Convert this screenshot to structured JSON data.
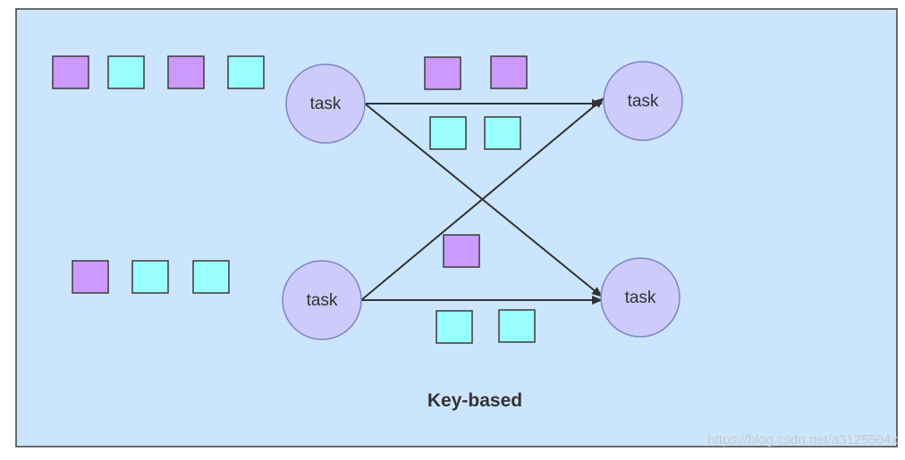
{
  "diagram": {
    "caption": "Key-based",
    "node_label": "task",
    "colors": {
      "background": "#cce5fe",
      "frame": "#3d3d3d",
      "node_fill": "#cccbfa",
      "node_stroke": "#7d83c8",
      "key_purple": "#cc99ff",
      "key_cyan": "#99ffff",
      "block_stroke": "#3b3b3b",
      "edge": "#333333"
    },
    "nodes": [
      {
        "id": "source-top",
        "label": "task"
      },
      {
        "id": "source-bottom",
        "label": "task"
      },
      {
        "id": "sink-top",
        "label": "task"
      },
      {
        "id": "sink-bottom",
        "label": "task"
      }
    ],
    "edges": [
      {
        "from": "source-top",
        "to": "sink-top"
      },
      {
        "from": "source-top",
        "to": "sink-bottom"
      },
      {
        "from": "source-bottom",
        "to": "sink-top"
      },
      {
        "from": "source-bottom",
        "to": "sink-bottom"
      }
    ],
    "input_queues": [
      {
        "node": "source-top",
        "keys": [
          "purple",
          "cyan",
          "purple",
          "cyan"
        ]
      },
      {
        "node": "source-bottom",
        "keys": [
          "purple",
          "cyan",
          "cyan"
        ]
      }
    ],
    "in_flight": [
      {
        "edge": "source-top->sink-top",
        "keys": [
          "purple",
          "purple"
        ]
      },
      {
        "edge": "source-top->sink-top (lower)",
        "keys": [
          "cyan",
          "cyan"
        ]
      },
      {
        "edge": "crossing",
        "keys": [
          "purple"
        ]
      },
      {
        "edge": "source-bottom->sink-bottom",
        "keys": [
          "cyan",
          "cyan"
        ]
      }
    ]
  },
  "watermark": "https://blog.csdn.net/a3125504x"
}
